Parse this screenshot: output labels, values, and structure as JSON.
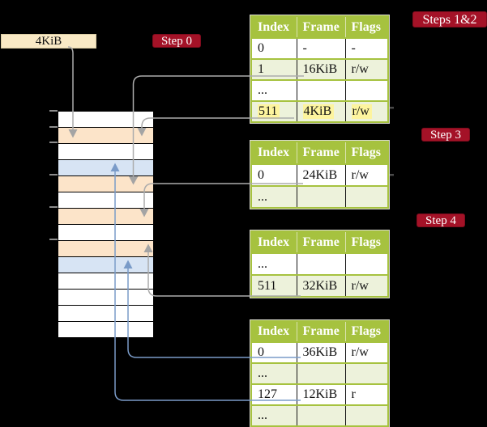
{
  "register": {
    "label": "4KiB"
  },
  "badges": {
    "step0": "Step 0",
    "steps12": "Steps 1&2",
    "step3": "Step 3",
    "step4": "Step 4"
  },
  "memory": {
    "row_colors": [
      "white",
      "peach",
      "white",
      "blue",
      "peach",
      "white",
      "peach",
      "white",
      "peach",
      "blue",
      "white",
      "white",
      "white",
      "white"
    ]
  },
  "tables": [
    {
      "id": "table-steps-1-2",
      "headers": [
        "Index",
        "Frame",
        "Flags"
      ],
      "rows": [
        {
          "cells": [
            "0",
            "-",
            "-"
          ]
        },
        {
          "cells": [
            "1",
            "16KiB",
            "r/w"
          ]
        },
        {
          "cells": [
            "...",
            "",
            ""
          ]
        },
        {
          "cells": [
            "511",
            "4KiB",
            "r/w"
          ],
          "highlighted": true
        }
      ]
    },
    {
      "id": "table-step-3",
      "headers": [
        "Index",
        "Frame",
        "Flags"
      ],
      "rows": [
        {
          "cells": [
            "0",
            "24KiB",
            "r/w"
          ]
        },
        {
          "cells": [
            "...",
            "",
            ""
          ]
        }
      ]
    },
    {
      "id": "table-step-4",
      "headers": [
        "Index",
        "Frame",
        "Flags"
      ],
      "rows": [
        {
          "cells": [
            "...",
            "",
            ""
          ]
        },
        {
          "cells": [
            "511",
            "32KiB",
            "r/w"
          ]
        }
      ]
    },
    {
      "id": "table-final",
      "headers": [
        "Index",
        "Frame",
        "Flags"
      ],
      "rows": [
        {
          "cells": [
            "0",
            "36KiB",
            "r/w"
          ]
        },
        {
          "cells": [
            "...",
            "",
            ""
          ]
        },
        {
          "cells": [
            "127",
            "12KiB",
            "r"
          ]
        },
        {
          "cells": [
            "...",
            "",
            ""
          ]
        }
      ]
    }
  ],
  "colors": {
    "white": "#FFFFFF",
    "peach": "#FCE4C9",
    "blue": "#D7E4F4",
    "wheat_register": "#F9E9C5",
    "header_green": "#A6C23F",
    "row_green": "#EDF2DB",
    "highlight_yellow": "#FDF49E",
    "badge_red": "#A41227",
    "arrow_gray": "#ACACAC",
    "arrow_blue": "#7A9BC8"
  }
}
